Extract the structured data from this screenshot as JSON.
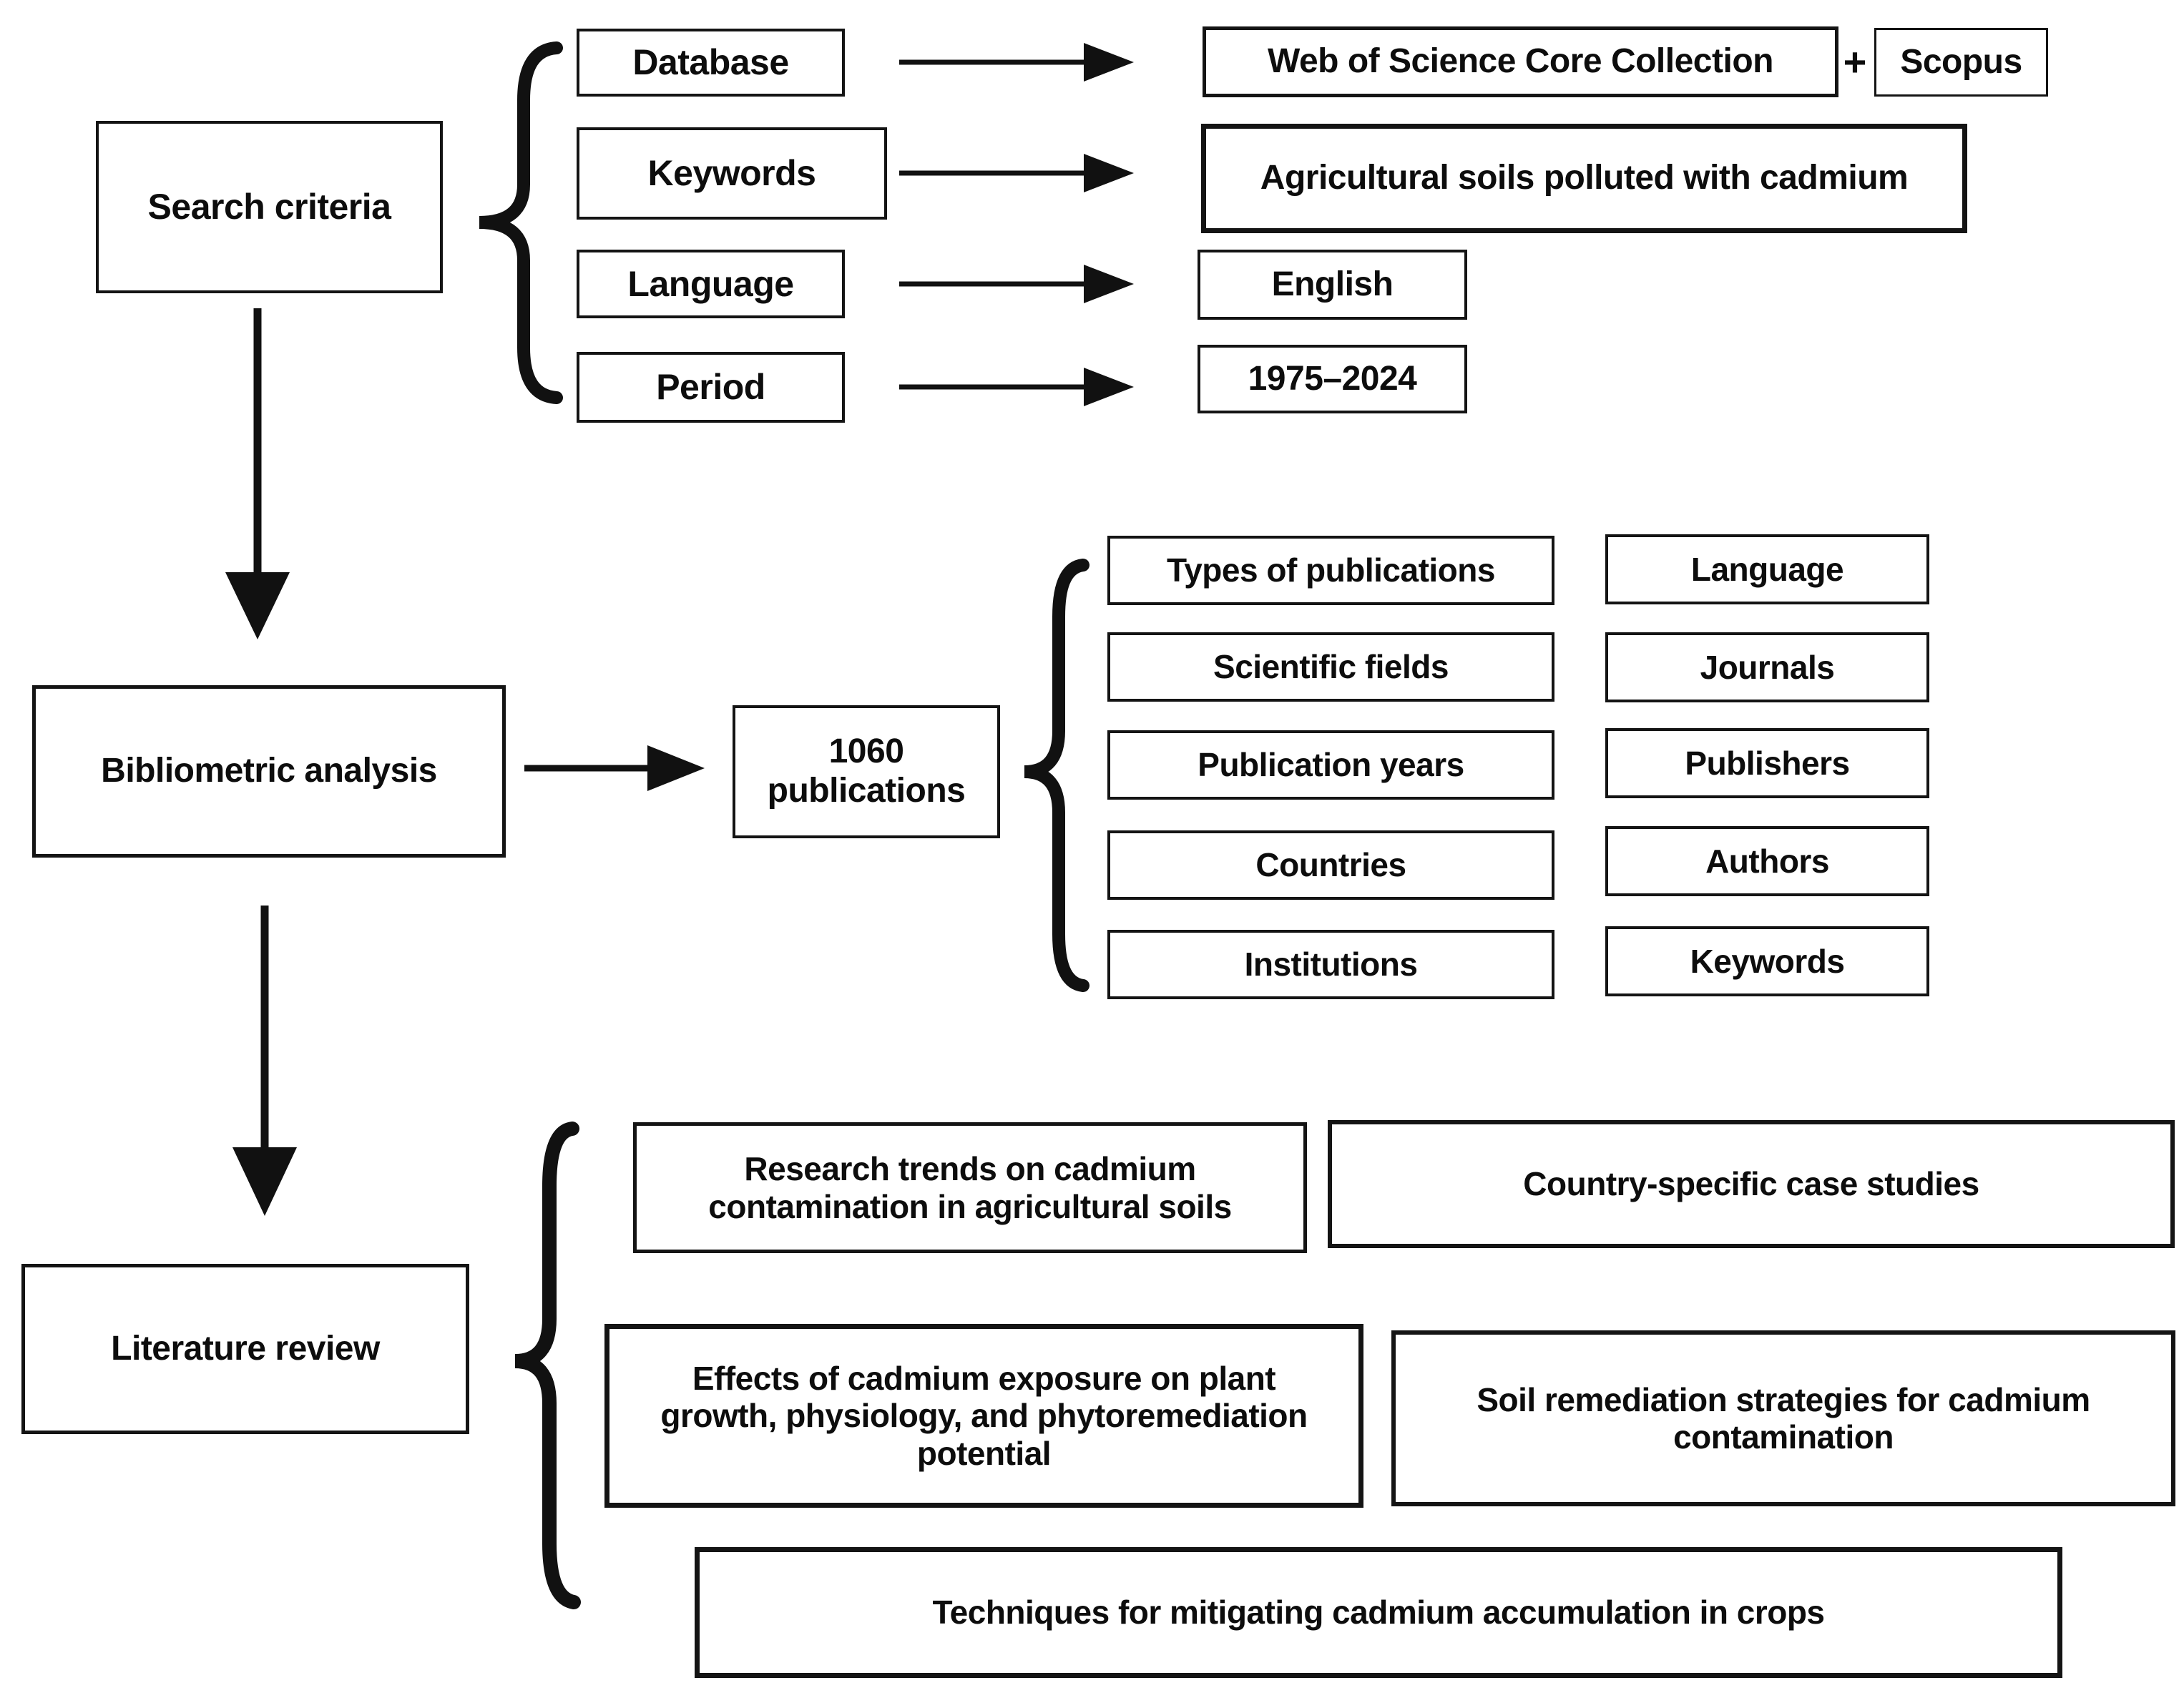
{
  "palette": {
    "ink": "#111111",
    "paper": "#ffffff"
  },
  "search_criteria": {
    "title": "Search criteria",
    "rows": [
      {
        "label": "Database",
        "value": "Web of Science Core Collection",
        "plus": "+",
        "value_extra": "Scopus"
      },
      {
        "label": "Keywords",
        "value": "Agricultural soils polluted with cadmium"
      },
      {
        "label": "Language",
        "value": "English"
      },
      {
        "label": "Period",
        "value": "1975–2024"
      }
    ]
  },
  "bibliometric": {
    "title": "Bibliometric analysis",
    "result_line1": "1060",
    "result_line2": "publications",
    "aspects_left": [
      "Types of publications",
      "Scientific fields",
      "Publication years",
      "Countries",
      "Institutions"
    ],
    "aspects_right": [
      "Language",
      "Journals",
      "Publishers",
      "Authors",
      "Keywords"
    ]
  },
  "literature_review": {
    "title": "Literature review",
    "topics": [
      "Research trends on cadmium contamination in agricultural soils",
      "Country-specific case studies",
      "Effects of cadmium exposure on plant growth, physiology, and phytoremediation potential",
      "Soil remediation strategies for cadmium contamination",
      "Techniques for mitigating cadmium accumulation in crops"
    ]
  }
}
